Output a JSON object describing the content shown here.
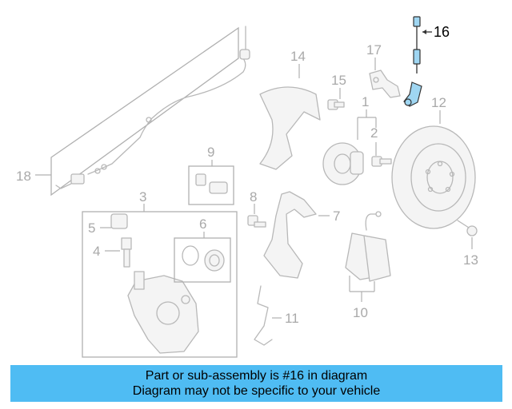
{
  "diagram": {
    "highlight_part": "16",
    "highlight_color": "#9fd6f2",
    "callouts": {
      "p1": "1",
      "p2": "2",
      "p3": "3",
      "p4": "4",
      "p5": "5",
      "p6": "6",
      "p7": "7",
      "p8": "8",
      "p9": "9",
      "p10": "10",
      "p11": "11",
      "p12": "12",
      "p13": "13",
      "p14": "14",
      "p15": "15",
      "p16": "16",
      "p17": "17",
      "p18": "18"
    }
  },
  "banner": {
    "line1": "Part or sub-assembly is #16 in diagram",
    "line2": "Diagram may not be specific to your vehicle",
    "color": "#4fbcf3"
  }
}
